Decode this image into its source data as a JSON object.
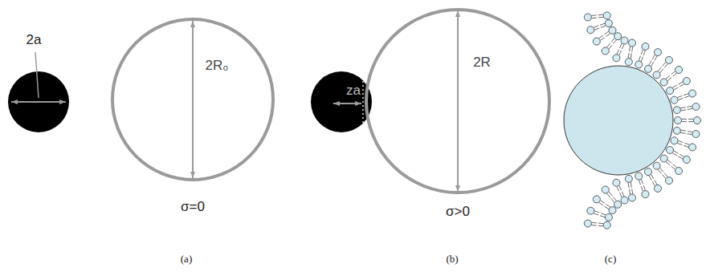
{
  "diagram": {
    "nodes": [
      {
        "text": [
          "2a"
        ]
      },
      {
        "text": [
          "2R₀"
        ]
      },
      {
        "text": [
          "za"
        ]
      },
      {
        "text": [
          "2R"
        ]
      }
    ],
    "labels": [
      "σ=0",
      "σ>0",
      "(a)",
      "(b)",
      "(c)"
    ]
  }
}
